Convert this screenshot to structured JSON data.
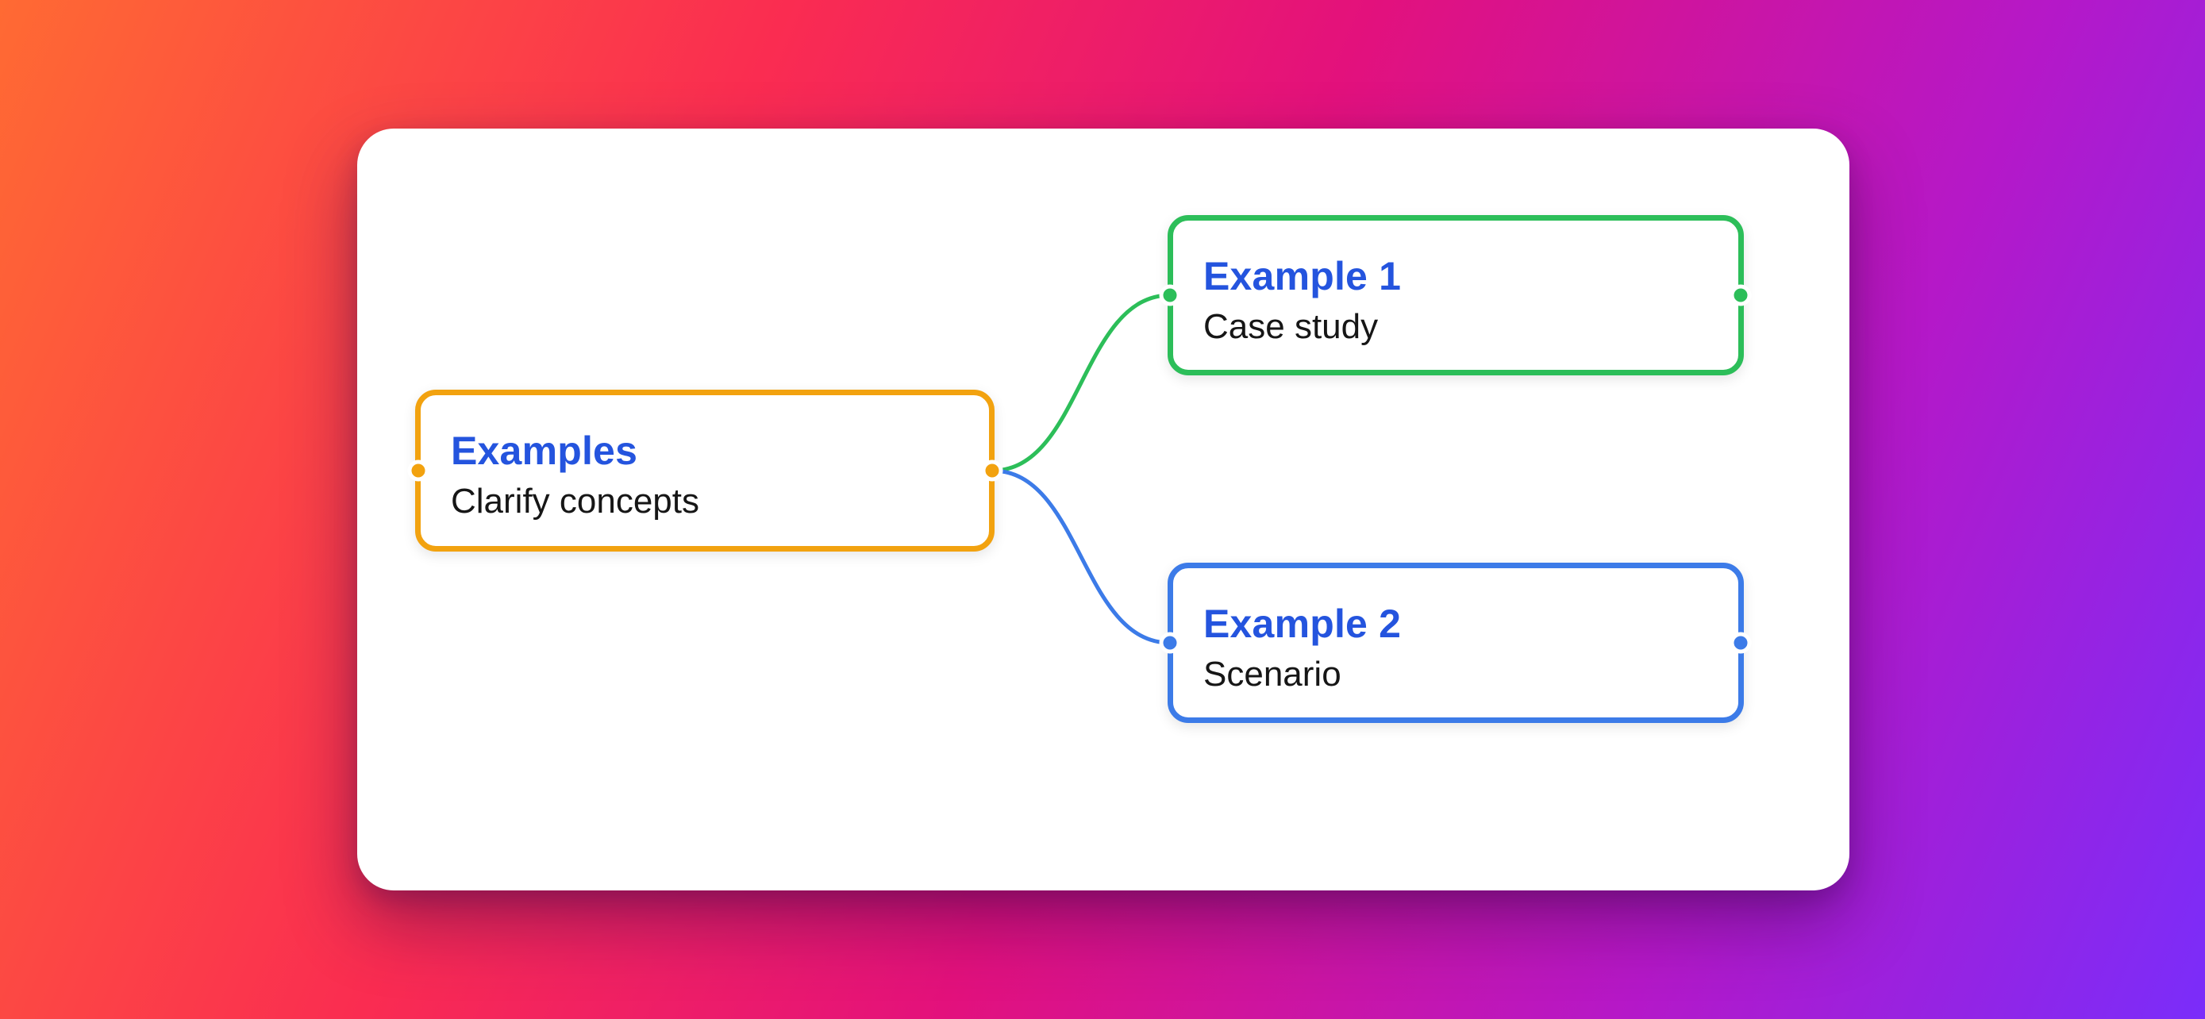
{
  "palette": {
    "background_gradient": [
      "#FF6A33",
      "#FA2C51",
      "#E3117C",
      "#B518C8",
      "#7A2DFA"
    ],
    "card_background": "#FFFFFF",
    "title_color": "#2454DE",
    "subtitle_color": "#161616",
    "root_node_color": "#F2A20F",
    "child_node_1_color": "#2CBE59",
    "child_node_2_color": "#3C7BE8"
  },
  "mindmap": {
    "nodes": [
      {
        "title": "Examples",
        "subtitle": "Clarify concepts",
        "color": "#F2A20F",
        "role": "root"
      },
      {
        "title": "Example 1",
        "subtitle": "Case study",
        "color": "#2CBE59",
        "role": "child"
      },
      {
        "title": "Example 2",
        "subtitle": "Scenario",
        "color": "#3C7BE8",
        "role": "child"
      }
    ],
    "edges": [
      {
        "from": "Examples",
        "to": "Example 1",
        "color": "#2CBE59"
      },
      {
        "from": "Examples",
        "to": "Example 2",
        "color": "#3C7BE8"
      }
    ]
  }
}
